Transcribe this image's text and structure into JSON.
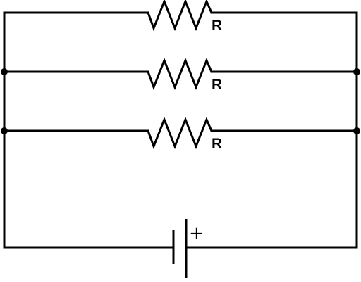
{
  "diagram": {
    "resistors": [
      {
        "label": "R"
      },
      {
        "label": "R"
      },
      {
        "label": "R"
      }
    ],
    "battery": {
      "positive_symbol": "+"
    },
    "colors": {
      "stroke": "#000000",
      "background": "#ffffff"
    }
  }
}
